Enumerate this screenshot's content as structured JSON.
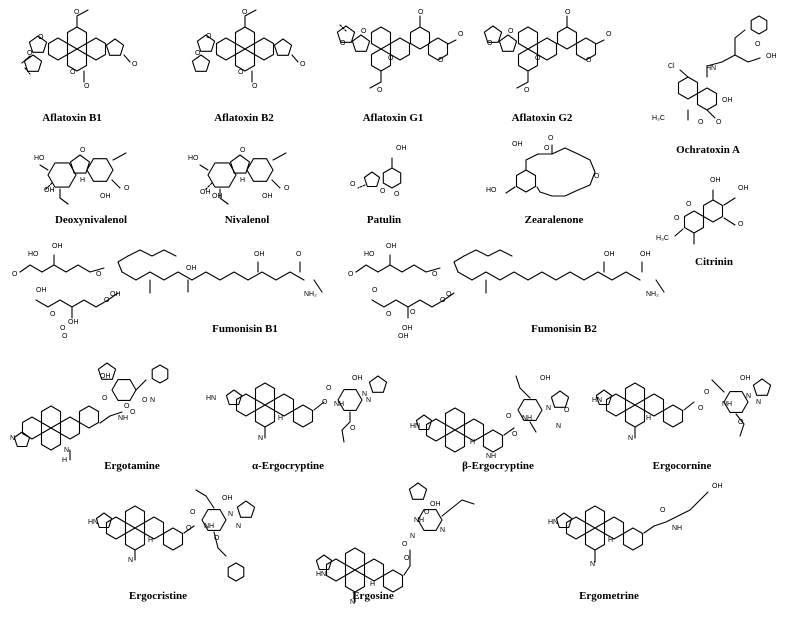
{
  "compounds": [
    {
      "name": "Aflatoxin B1",
      "atoms": [
        "O",
        "O",
        "O",
        "O",
        "O",
        "O"
      ]
    },
    {
      "name": "Aflatoxin B2",
      "atoms": [
        "O",
        "O",
        "O",
        "O",
        "O",
        "O"
      ]
    },
    {
      "name": "Aflatoxin G1",
      "atoms": [
        "O",
        "O",
        "O",
        "O",
        "O",
        "O",
        "O"
      ]
    },
    {
      "name": "Aflatoxin G2",
      "atoms": [
        "O",
        "O",
        "O",
        "O",
        "O",
        "O",
        "O"
      ]
    },
    {
      "name": "Ochratoxin A",
      "atoms": [
        "Cl",
        "OH",
        "O",
        "HN",
        "OH",
        "O",
        "O",
        "H₃C"
      ]
    },
    {
      "name": "Deoxynivalenol",
      "atoms": [
        "HO",
        "O",
        "H",
        "OH",
        "O",
        "OH"
      ]
    },
    {
      "name": "Nivalenol",
      "atoms": [
        "HO",
        "O",
        "H",
        "OH",
        "O",
        "OH",
        "OH"
      ]
    },
    {
      "name": "Patulin",
      "atoms": [
        "OH",
        "O",
        "O",
        "O"
      ]
    },
    {
      "name": "Zearalenone",
      "atoms": [
        "HO",
        "OH",
        "O",
        "O",
        "O"
      ]
    },
    {
      "name": "Citrinin",
      "atoms": [
        "OH",
        "OH",
        "O",
        "O",
        "O",
        "H₃C"
      ]
    },
    {
      "name": "Fumonisin B1",
      "atoms": [
        "HO",
        "O",
        "OH",
        "O",
        "O",
        "O",
        "OH",
        "OH",
        "OH",
        "NH₂",
        "O",
        "OH",
        "O",
        "OH",
        "O"
      ]
    },
    {
      "name": "Fumonisin B2",
      "atoms": [
        "HO",
        "O",
        "OH",
        "O",
        "O",
        "O",
        "OH",
        "OH",
        "NH₂",
        "O",
        "OH",
        "O",
        "OH",
        "O"
      ]
    },
    {
      "name": "Ergotamine",
      "atoms": [
        "N",
        "N",
        "O",
        "O",
        "OH",
        "O",
        "O",
        "NH",
        "N",
        "H"
      ]
    },
    {
      "name": "α-Ergocryptine",
      "atoms": [
        "HN",
        "N",
        "H",
        "O",
        "O",
        "NH",
        "OH",
        "N",
        "O",
        "N"
      ]
    },
    {
      "name": "β-Ergocryptine",
      "atoms": [
        "HN",
        "NH",
        "H",
        "O",
        "O",
        "NH",
        "OH",
        "N",
        "O",
        "N"
      ]
    },
    {
      "name": "Ergocornine",
      "atoms": [
        "HN",
        "N",
        "H",
        "O",
        "O",
        "NH",
        "OH",
        "N",
        "O",
        "N"
      ]
    },
    {
      "name": "Ergocristine",
      "atoms": [
        "HN",
        "N",
        "H",
        "O",
        "O",
        "NH",
        "OH",
        "N",
        "O",
        "N"
      ]
    },
    {
      "name": "Ergosine",
      "atoms": [
        "HN",
        "N",
        "H",
        "O",
        "O",
        "NH",
        "OH",
        "N",
        "O",
        "N"
      ]
    },
    {
      "name": "Ergometrine",
      "atoms": [
        "HN",
        "N",
        "H",
        "O",
        "NH",
        "OH"
      ]
    }
  ]
}
